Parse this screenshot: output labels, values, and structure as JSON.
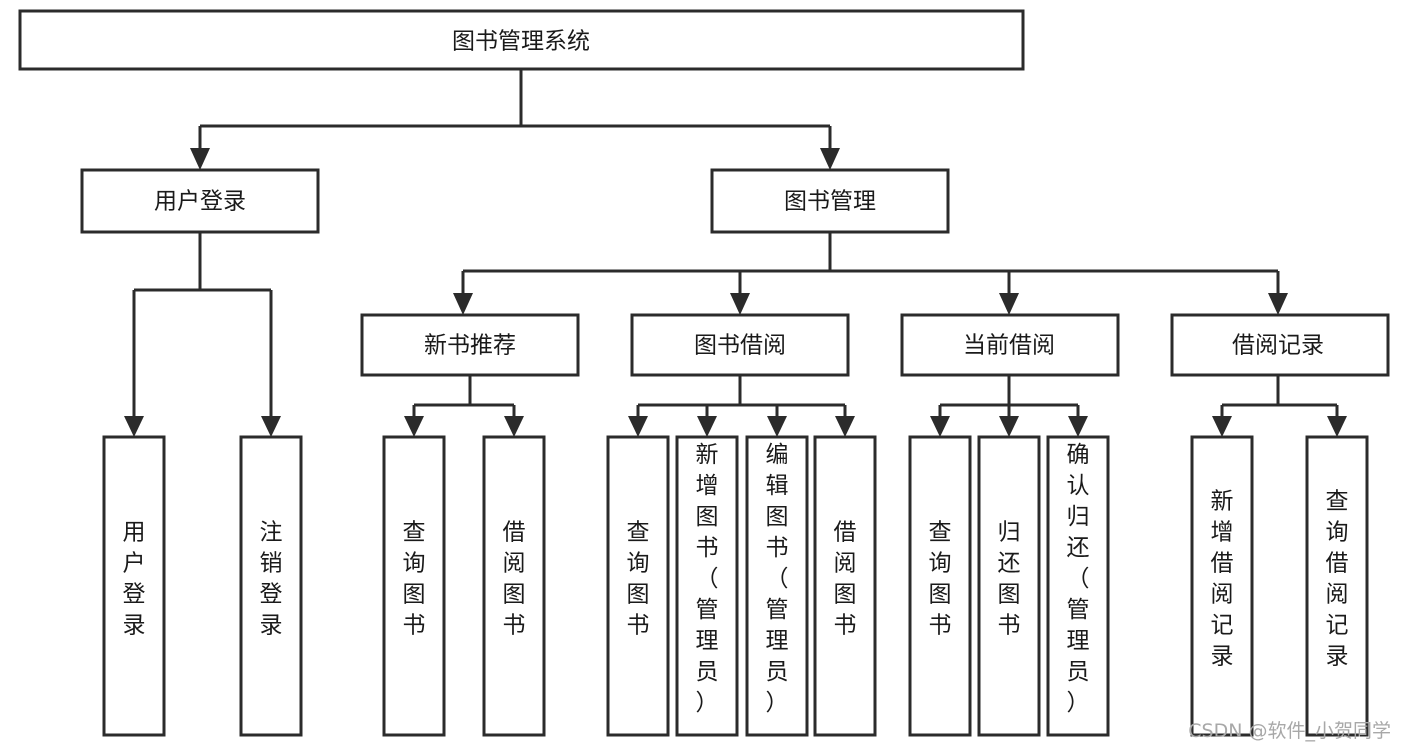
{
  "diagram": {
    "title": "图书管理系统",
    "watermark": "CSDN @软件_小贺同学",
    "colors": {
      "stroke": "#2b2b2b",
      "fill": "#ffffff",
      "text": "#1a1a1a",
      "watermark": "#a8a8a8"
    },
    "levels": {
      "root": {
        "label": "图书管理系统"
      },
      "level2": [
        {
          "label": "用户登录"
        },
        {
          "label": "图书管理"
        }
      ],
      "level3": [
        {
          "label": "新书推荐"
        },
        {
          "label": "图书借阅"
        },
        {
          "label": "当前借阅"
        },
        {
          "label": "借阅记录"
        }
      ],
      "leaves": {
        "user_login": [
          {
            "label": "用户登录"
          },
          {
            "label": "注销登录"
          }
        ],
        "new_book_recommend": [
          {
            "label": "查询图书"
          },
          {
            "label": "借阅图书"
          }
        ],
        "book_borrow": [
          {
            "label": "查询图书"
          },
          {
            "label": "新增图书（管理员）"
          },
          {
            "label": "编辑图书（管理员）"
          },
          {
            "label": "借阅图书"
          }
        ],
        "current_borrow": [
          {
            "label": "查询图书"
          },
          {
            "label": "归还图书"
          },
          {
            "label": "确认归还（管理员）"
          }
        ],
        "borrow_record": [
          {
            "label": "新增借阅记录"
          },
          {
            "label": "查询借阅记录"
          }
        ]
      }
    }
  }
}
